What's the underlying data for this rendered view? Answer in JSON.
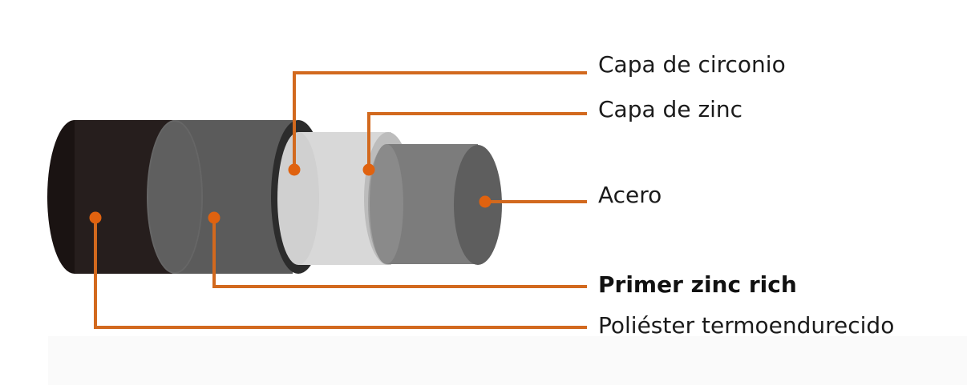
{
  "colors": {
    "leader": "#d2691e",
    "dot": "#e0620f",
    "polyester": "#231c1b",
    "primer": "#5a5a5a",
    "zirconium": "#d5d5d5",
    "zinc": "#b6b6b6",
    "steel": "#7b7b7b"
  },
  "labels": [
    {
      "id": "zirconium",
      "text": "Capa de circonio",
      "bold": false
    },
    {
      "id": "zinc",
      "text": "Capa de zinc",
      "bold": false
    },
    {
      "id": "steel",
      "text": "Acero",
      "bold": false
    },
    {
      "id": "primer",
      "text": "Primer zinc rich",
      "bold": true
    },
    {
      "id": "polyester",
      "text": "Poliéster termoendurecido",
      "bold": false
    }
  ]
}
